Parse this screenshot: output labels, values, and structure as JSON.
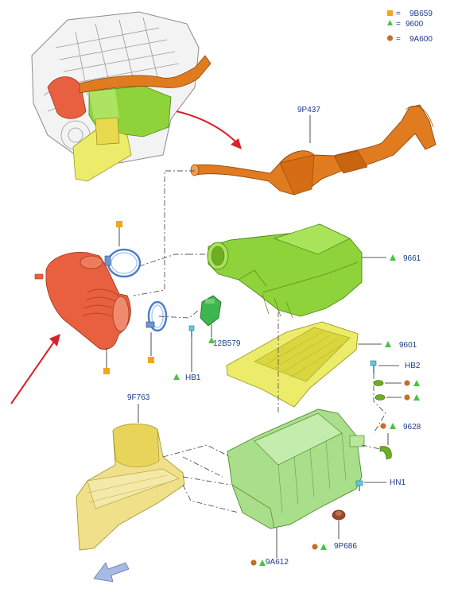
{
  "legend": [
    {
      "marker": "square",
      "sym": "■",
      "eq": "=",
      "code": "9B659",
      "color": "#f2a51a"
    },
    {
      "marker": "triangle",
      "sym": "▲",
      "eq": "=",
      "code": "9600",
      "color": "#4cc243"
    },
    {
      "marker": "circle",
      "sym": "●",
      "eq": "=",
      "code": "9A600",
      "color": "#c0702a"
    }
  ],
  "parts": {
    "p9P437": "9P437",
    "p9661": "9661",
    "p12B579": "12B579",
    "pHB1": "HB1",
    "p9601": "9601",
    "pHB2": "HB2",
    "p9F763": "9F763",
    "p9628": "9628",
    "pHN1": "HN1",
    "p9P686": "9P686",
    "p9A612": "9A612"
  },
  "colors": {
    "marker_square": "#f2a51a",
    "marker_triangle": "#4cc243",
    "marker_circle": "#c0702a",
    "label_text": "#1f3a8a",
    "callout_arrow": "#d8232a",
    "duct_orange": "#e07b1f",
    "resonator_red": "#e8603f",
    "airbox_green": "#8ed33a",
    "filter_yellow": "#ecec6a",
    "housing_green": "#a9df8a",
    "intake_yellow": "#f0e08a",
    "direction_arrow": "#a9b9e6"
  },
  "icons": [
    "square-marker-icon",
    "triangle-marker-icon",
    "circle-marker-icon",
    "red-callout-arrow-icon",
    "airflow-direction-arrow-icon"
  ]
}
